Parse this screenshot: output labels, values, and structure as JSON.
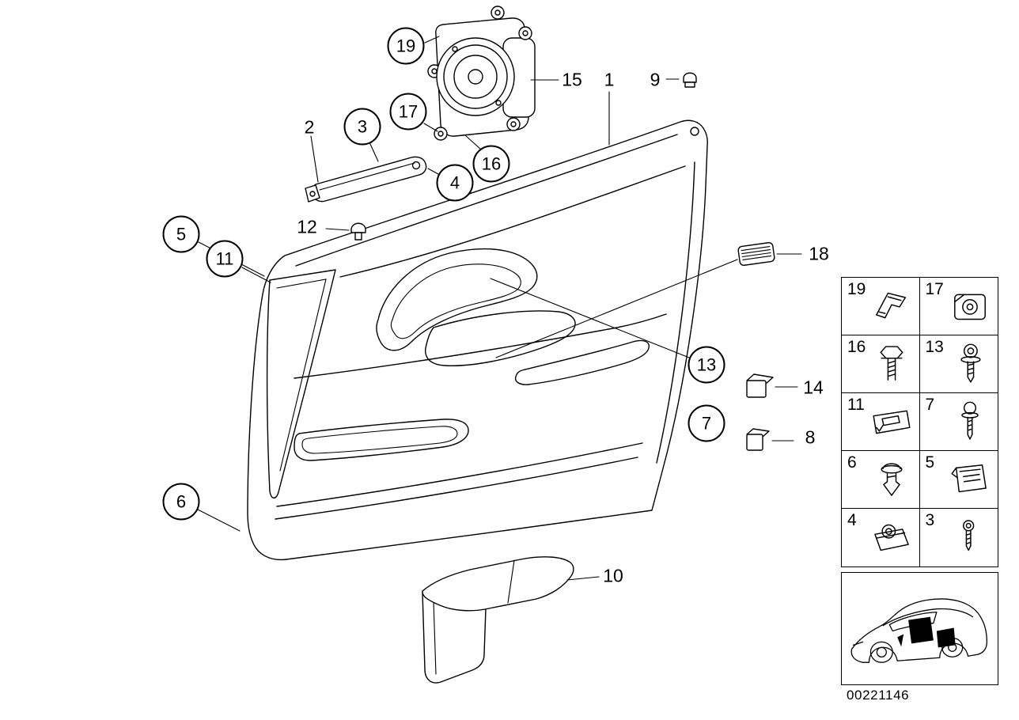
{
  "diagram": {
    "part_number": "00221146",
    "colors": {
      "line": "#000000",
      "background": "#ffffff"
    },
    "callouts": {
      "c1": "1",
      "c2": "2",
      "c3": "3",
      "c4": "4",
      "c5": "5",
      "c6": "6",
      "c7": "7",
      "c8": "8",
      "c9": "9",
      "c10": "10",
      "c11": "11",
      "c12": "12",
      "c13": "13",
      "c14": "14",
      "c15": "15",
      "c16": "16",
      "c17": "17",
      "c18": "18",
      "c19": "19"
    }
  },
  "legend": {
    "rows": [
      {
        "left": {
          "num": "19",
          "icon": "retainer-clip-icon"
        },
        "right": {
          "num": "17",
          "icon": "clip-nut-icon"
        }
      },
      {
        "left": {
          "num": "16",
          "icon": "hex-bolt-icon"
        },
        "right": {
          "num": "13",
          "icon": "washer-screw-icon"
        }
      },
      {
        "left": {
          "num": "11",
          "icon": "bracket-plate-icon"
        },
        "right": {
          "num": "7",
          "icon": "pan-screw-icon"
        }
      },
      {
        "left": {
          "num": "6",
          "icon": "expansion-rivet-icon"
        },
        "right": {
          "num": "5",
          "icon": "retainer-plate-icon"
        }
      },
      {
        "left": {
          "num": "4",
          "icon": "speed-nut-icon"
        },
        "right": {
          "num": "3",
          "icon": "small-screw-icon"
        }
      }
    ]
  }
}
